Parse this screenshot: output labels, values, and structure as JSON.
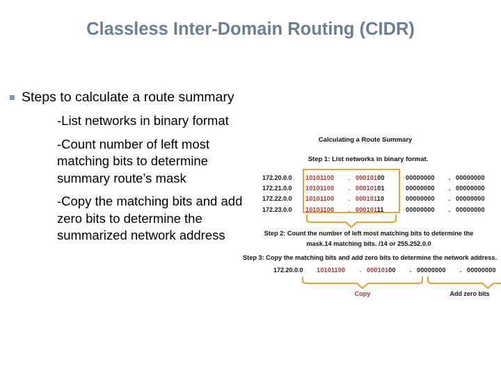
{
  "slide": {
    "title": "Classless Inter-Domain Routing (CIDR)",
    "title_color": "#6b7f94",
    "bullet_color": "#8496a8"
  },
  "body": {
    "level1": "Steps to calculate a route summary",
    "level2": [
      "-List networks in binary format",
      "-Count number of left most matching bits to determine summary route’s mask",
      "-Copy the matching bits and add zero bits to determine the summarized network address"
    ]
  },
  "picture": {
    "title": "Calculating a Route Summary",
    "step1": "Step 1: List networks in binary format.",
    "step2_line1": "Step 2: Count the number of left most matching bits to determine the",
    "step2_line2": "mask.14 matching bits. /14 or 255.252.0.0",
    "step3": "Step 3: Copy the matching bits and add zero bits to determine the network address.",
    "highlight_color": "#e8a33d",
    "match_color": "#b03030",
    "rows": [
      {
        "ip": "172.20.0.0",
        "oct1": "10101100",
        "oct2_match": "000101",
        "oct2_rest": "00",
        "oct3": "00000000",
        "oct4": "00000000"
      },
      {
        "ip": "172.21.0.0",
        "oct1": "10101100",
        "oct2_match": "000101",
        "oct2_rest": "01",
        "oct3": "00000000",
        "oct4": "00000000"
      },
      {
        "ip": "172.22.0.0",
        "oct1": "10101100",
        "oct2_match": "000101",
        "oct2_rest": "10",
        "oct3": "00000000",
        "oct4": "00000000"
      },
      {
        "ip": "172.23.0.0",
        "oct1": "10101100",
        "oct2_match": "000101",
        "oct2_rest": "11",
        "oct3": "00000000",
        "oct4": "00000000"
      }
    ],
    "summary_row": {
      "ip": "172.20.0.0",
      "oct1": "10101100",
      "oct2_match": "000101",
      "oct2_rest": "00",
      "oct3": "00000000",
      "oct4": "00000000"
    },
    "label_copy": "Copy",
    "label_add_zero": "Add zero bits",
    "dot": "."
  }
}
